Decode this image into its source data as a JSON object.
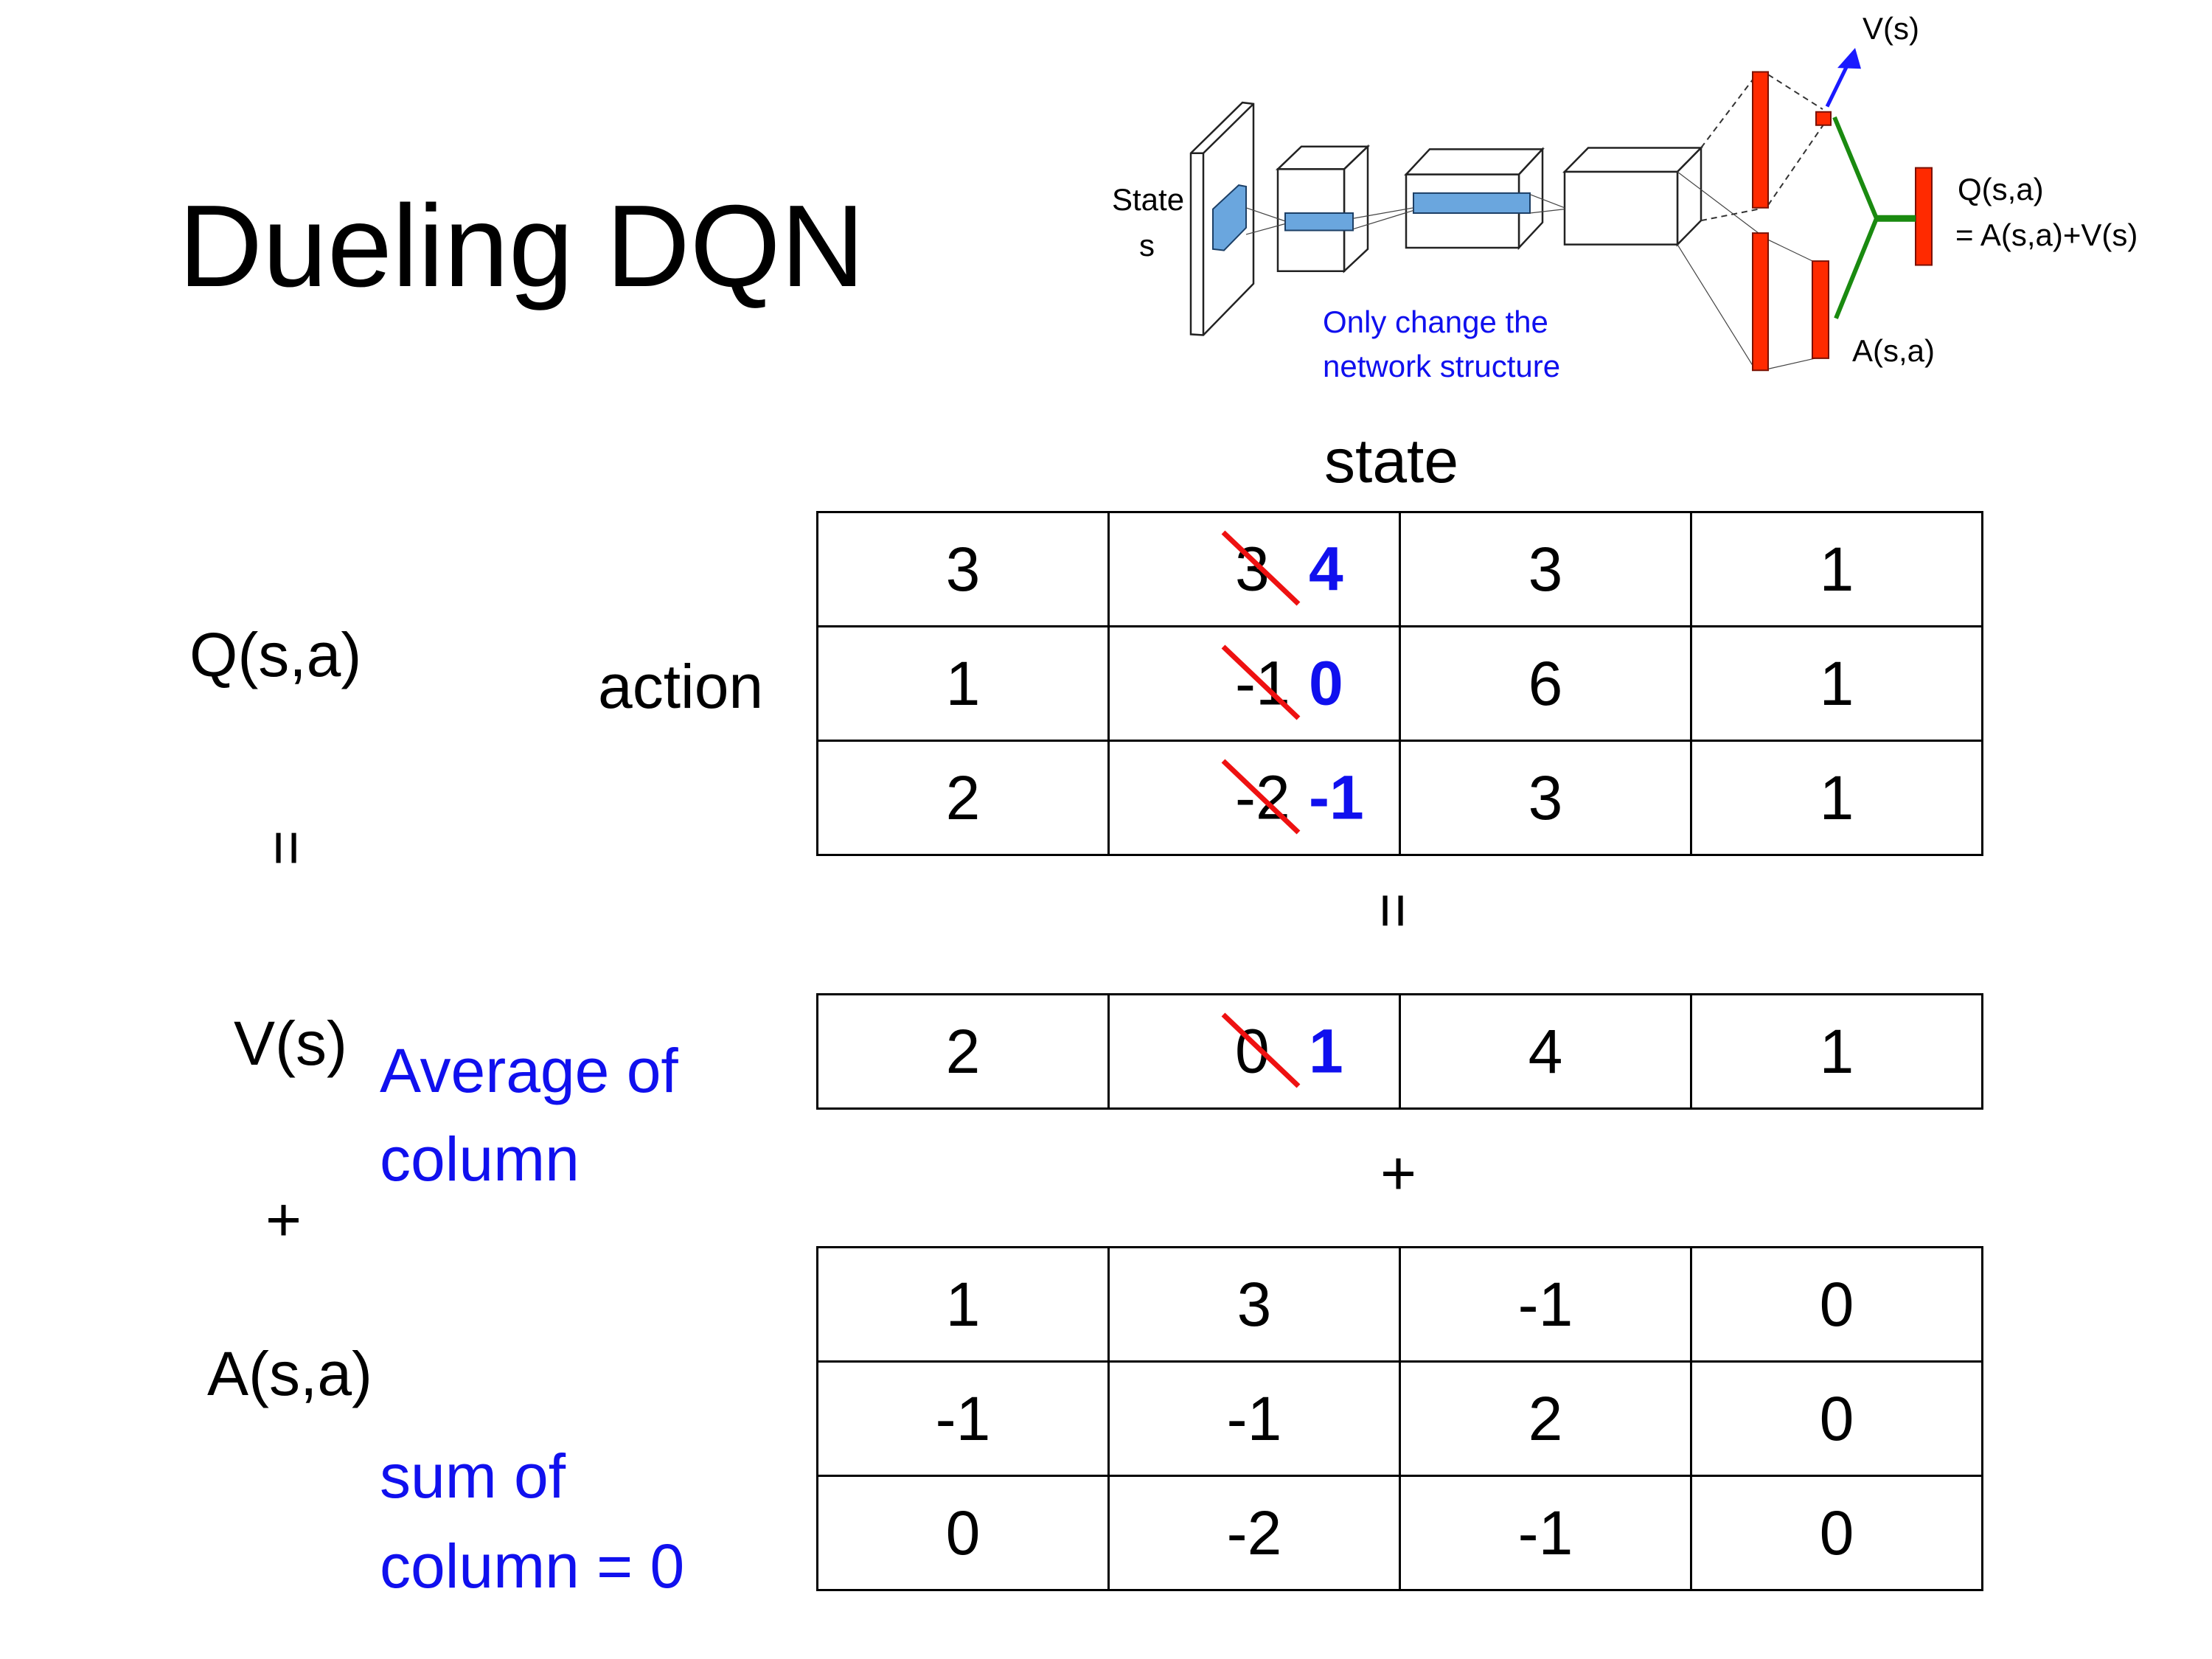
{
  "title": "Dueling DQN",
  "diagram": {
    "state_label": "State",
    "state_symbol": "s",
    "note_line1": "Only change the",
    "note_line2": "network structure",
    "value_label": "V(s)",
    "q_label": "Q(s,a)",
    "q_formula": "= A(s,a)+V(s)",
    "advantage_label": "A(s,a)",
    "colors": {
      "layers": "#ff2a00",
      "value_arrow": "#1a1aff",
      "merge": "#1a8a10",
      "filters": "#6aa6de"
    }
  },
  "labels": {
    "state": "state",
    "action": "action",
    "q": "Q(s,a)",
    "equals_left": "=",
    "equals_mid": "=",
    "v": "V(s)",
    "v_note_1": "Average of",
    "v_note_2": "column",
    "plus_left": "+",
    "plus_mid": "+",
    "a": "A(s,a)",
    "a_note_1": "sum of",
    "a_note_2": "column = 0"
  },
  "q_table": [
    [
      {
        "v": "3"
      },
      {
        "old": "3",
        "new": "4"
      },
      {
        "v": "3"
      },
      {
        "v": "1"
      }
    ],
    [
      {
        "v": "1"
      },
      {
        "old": "-1",
        "new": "0"
      },
      {
        "v": "6"
      },
      {
        "v": "1"
      }
    ],
    [
      {
        "v": "2"
      },
      {
        "old": "-2",
        "new": "-1"
      },
      {
        "v": "3"
      },
      {
        "v": "1"
      }
    ]
  ],
  "v_table": [
    [
      {
        "v": "2"
      },
      {
        "old": "0",
        "new": "1"
      },
      {
        "v": "4"
      },
      {
        "v": "1"
      }
    ]
  ],
  "a_table": [
    [
      {
        "v": "1"
      },
      {
        "v": "3"
      },
      {
        "v": "-1"
      },
      {
        "v": "0"
      }
    ],
    [
      {
        "v": "-1"
      },
      {
        "v": "-1"
      },
      {
        "v": "2"
      },
      {
        "v": "0"
      }
    ],
    [
      {
        "v": "0"
      },
      {
        "v": "-2"
      },
      {
        "v": "-1"
      },
      {
        "v": "0"
      }
    ]
  ],
  "colors": {
    "accent_text": "#1010ee",
    "strike": "#ee1111"
  }
}
